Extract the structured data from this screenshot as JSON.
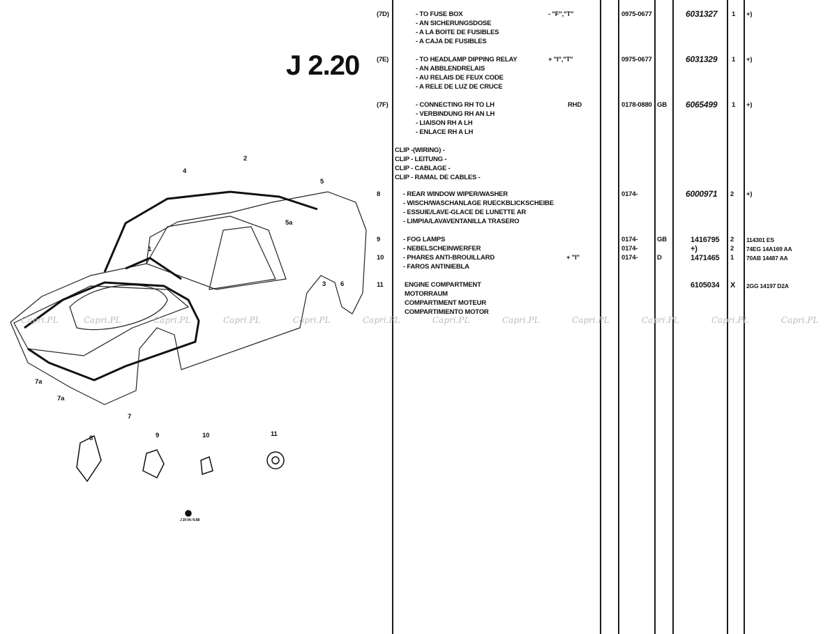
{
  "page_title": "J 2.20",
  "watermark": "Capri.PL",
  "diagram": {
    "callouts": [
      "1",
      "2",
      "3",
      "4",
      "5",
      "5a",
      "6",
      "7",
      "7a",
      "7a",
      "8",
      "9",
      "10",
      "11"
    ],
    "footer_code": "J 20 04 / 6-88"
  },
  "rows": [
    {
      "ref": "(7D)",
      "desc": [
        "- TO FUSE BOX",
        "- AN SICHERUNGSDOSE",
        "- A LA BOITE DE FUSIBLES",
        "- A CAJA DE FUSIBLES"
      ],
      "remark": "- \"F\",\"T\"",
      "date": "0975-0677",
      "country": "",
      "part": "6031327",
      "qty": "1",
      "note": "+)"
    },
    {
      "ref": "(7E)",
      "desc": [
        "- TO HEADLAMP DIPPING RELAY",
        "- AN ABBLENDRELAIS",
        "- AU RELAIS DE FEUX CODE",
        "- A RELE DE LUZ DE CRUCE"
      ],
      "remark": "+ \"I\",\"T\"",
      "date": "0975-0677",
      "country": "",
      "part": "6031329",
      "qty": "1",
      "note": "+)"
    },
    {
      "ref": "(7F)",
      "desc": [
        "- CONNECTING RH TO LH",
        "- VERBINDUNG RH AN LH",
        "- LIAISON RH A LH",
        "- ENLACE RH A LH"
      ],
      "remark": "RHD",
      "date": "0178-0880",
      "country": "GB",
      "part": "6065499",
      "qty": "1",
      "note": "+)"
    }
  ],
  "clip_heading": [
    "CLIP -(WIRING) -",
    "CLIP - LEITUNG -",
    "CLIP - CABLAGE -",
    "CLIP - RAMAL DE CABLES -"
  ],
  "row8": {
    "ref": "8",
    "desc": [
      "- REAR WINDOW WIPER/WASHER",
      "- WISCH/WASCHANLAGE RUECKBLICKSCHEIBE",
      "- ESSUIE/LAVE-GLACE DE LUNETTE AR",
      "- LIMPIA/LAVAVENTANILLA TRASERO"
    ],
    "date": "0174-",
    "part": "6000971",
    "qty": "2",
    "note": "+)"
  },
  "row9_10": {
    "refs": [
      "9",
      "10"
    ],
    "desc": [
      "- FOG LAMPS",
      "- NEBELSCHEINWERFER",
      "- PHARES ANTI-BROUILLARD",
      "- FAROS ANTINIEBLA"
    ],
    "remark": "+ \"I\"",
    "dates": [
      "0174-",
      "0174-",
      "0174-"
    ],
    "countries": [
      "GB",
      "",
      "D"
    ],
    "parts": [
      "1416795",
      "+)",
      "1471465"
    ],
    "qtys": [
      "2",
      "2",
      "1"
    ],
    "notes": [
      "114301 ES",
      "74EG 14A169 AA",
      "70AB 14487 AA"
    ]
  },
  "row11": {
    "ref": "11",
    "desc": [
      "ENGINE COMPARTMENT",
      "MOTORRAUM",
      "COMPARTIMENT MOTEUR",
      "COMPARTIMIENTO MOTOR"
    ],
    "part": "6105034",
    "qty": "X",
    "note": "2GG 14197 D2A"
  }
}
